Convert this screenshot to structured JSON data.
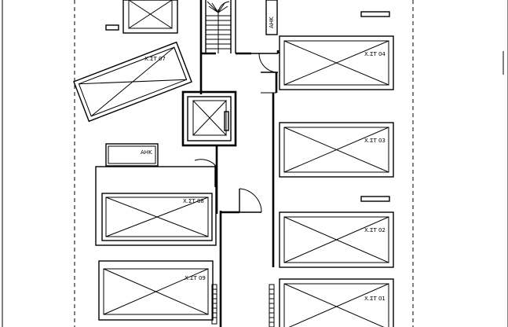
{
  "plan": {
    "labels": {
      "storage_07": "Χ.ΣΤ 07",
      "storage_04": "Χ.ΣΤ 04",
      "storage_03": "Χ.ΣΤ 03",
      "storage_08": "Χ.ΣΤ 08",
      "storage_02": "Χ.ΣΤ 02",
      "storage_09": "Χ.ΣΤ 09",
      "storage_01": "Χ.ΣΤ 01",
      "ahk_left": "ΑΗΚ",
      "ahk_top": "ΑΗΚ"
    }
  }
}
